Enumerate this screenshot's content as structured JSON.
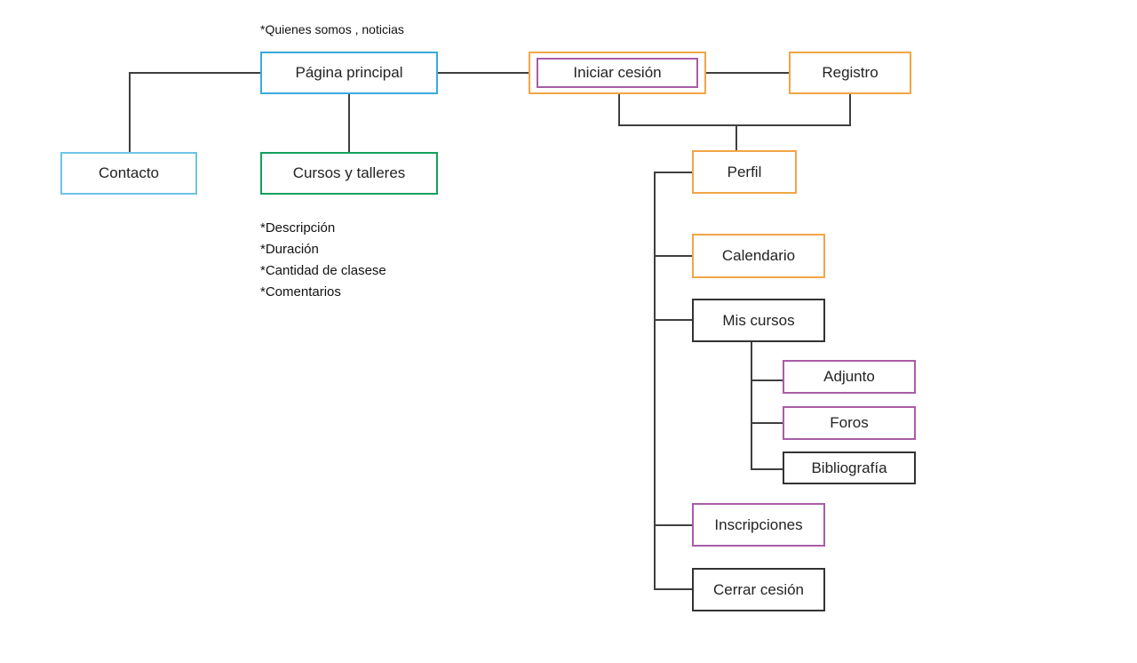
{
  "diagram": {
    "title_context": "sitemap-flowchart",
    "annotations": {
      "top_note": "*Quienes somos , noticias",
      "course_details": [
        "*Descripción",
        "*Duración",
        "*Cantidad de clasese",
        "*Comentarios"
      ]
    },
    "nodes": {
      "pagina_principal": "Página principal",
      "iniciar_cesion": "Iniciar cesión",
      "registro": "Registro",
      "contacto": "Contacto",
      "cursos_y_talleres": "Cursos y talleres",
      "perfil": "Perfil",
      "calendario": "Calendario",
      "mis_cursos": "Mis cursos",
      "adjunto": "Adjunto",
      "foros": "Foros",
      "bibliografia": "Bibliografía",
      "inscripciones": "Inscripciones",
      "cerrar_cesion": "Cerrar cesión"
    },
    "colors": {
      "cyan": "#3aabdc",
      "light_cyan": "#6cc4e6",
      "orange": "#f2a546",
      "purple": "#a85ca8",
      "green": "#12a05c",
      "black": "#333333",
      "line": "#3f3f3f",
      "text": "#232323",
      "background": "#ffffff"
    }
  }
}
